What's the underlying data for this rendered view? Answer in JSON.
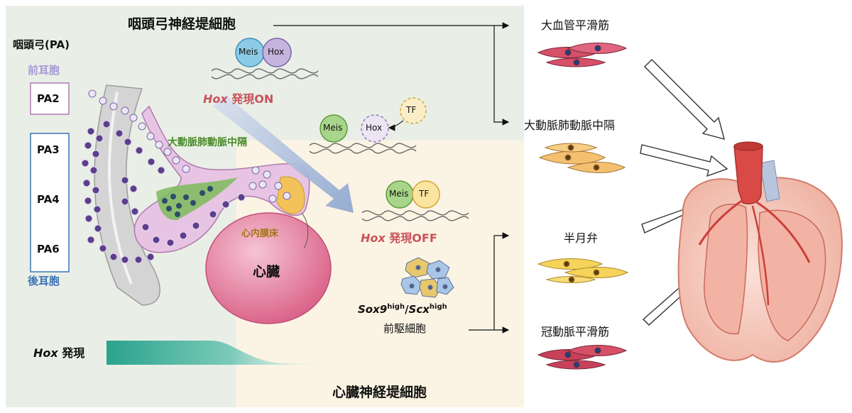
{
  "title_top": "咽頭弓神経堤細胞",
  "title_bottom": "心臓神経堤細胞",
  "pa": {
    "title": "咽頭弓(PA)",
    "anterior": "前耳胞",
    "posterior": "後耳胞",
    "boxes": [
      "PA2",
      "PA3",
      "PA4",
      "PA6"
    ]
  },
  "labels": {
    "septum_green": "大動脈肺動脈中隔",
    "endocardial": "心内膜床",
    "heart": "心臓"
  },
  "hox_gradient": {
    "gene": "Hox",
    "text": "発現"
  },
  "molecules": {
    "meis": "Meis",
    "hox": "Hox",
    "tf": "TF"
  },
  "hox_on": {
    "gene": "Hox",
    "text": "発現ON"
  },
  "hox_off": {
    "gene": "Hox",
    "text": "発現OFF"
  },
  "progenitor": {
    "sox9": "Sox9",
    "scx": "Scx",
    "sup": "high",
    "slash": "/",
    "name": "前駆細胞"
  },
  "fates": [
    "大血管平滑筋",
    "大動脈肺動脈中隔",
    "半月弁",
    "冠動脈平滑筋"
  ],
  "colors": {
    "top_bg": "#e9efe6",
    "bottom_bg": "#fbf4e4",
    "hox_red": "#c8525b",
    "septum_green": "#4a8a2a",
    "endocardial_gold": "#a3761a",
    "pa_blue": "#3c72b8",
    "pa_purple": "#b07ab0",
    "neural_crest_purple": "#5b3f8c",
    "smooth_muscle_red": "#c8415a",
    "mesenchyme_yellow": "#f3c35a",
    "heart_pink": "#e48aa8"
  }
}
